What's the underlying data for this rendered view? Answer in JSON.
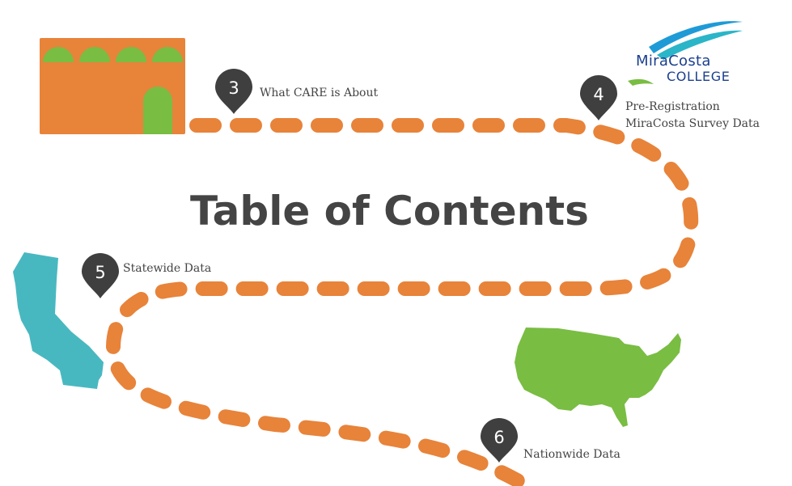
{
  "title": "Table of Contents",
  "logo": {
    "line1": "MiraCosta",
    "line2": "COLLEGE"
  },
  "items": [
    {
      "number": "3",
      "label_lines": [
        "What CARE is About"
      ]
    },
    {
      "number": "4",
      "label_lines": [
        "Pre-Registration",
        "MiraCosta Survey Data"
      ]
    },
    {
      "number": "5",
      "label_lines": [
        "Statewide Data"
      ]
    },
    {
      "number": "6",
      "label_lines": [
        "Nationwide Data"
      ]
    }
  ],
  "colors": {
    "path": "#e8833a",
    "pin": "#3f3f3f",
    "building": "#e8833a",
    "building_accent": "#79bd43",
    "california": "#48b8c0",
    "usa": "#79bd43",
    "text": "#444444"
  },
  "icons": [
    "building-icon",
    "california-map-icon",
    "usa-map-icon",
    "miracosta-logo",
    "map-pin-icon"
  ]
}
